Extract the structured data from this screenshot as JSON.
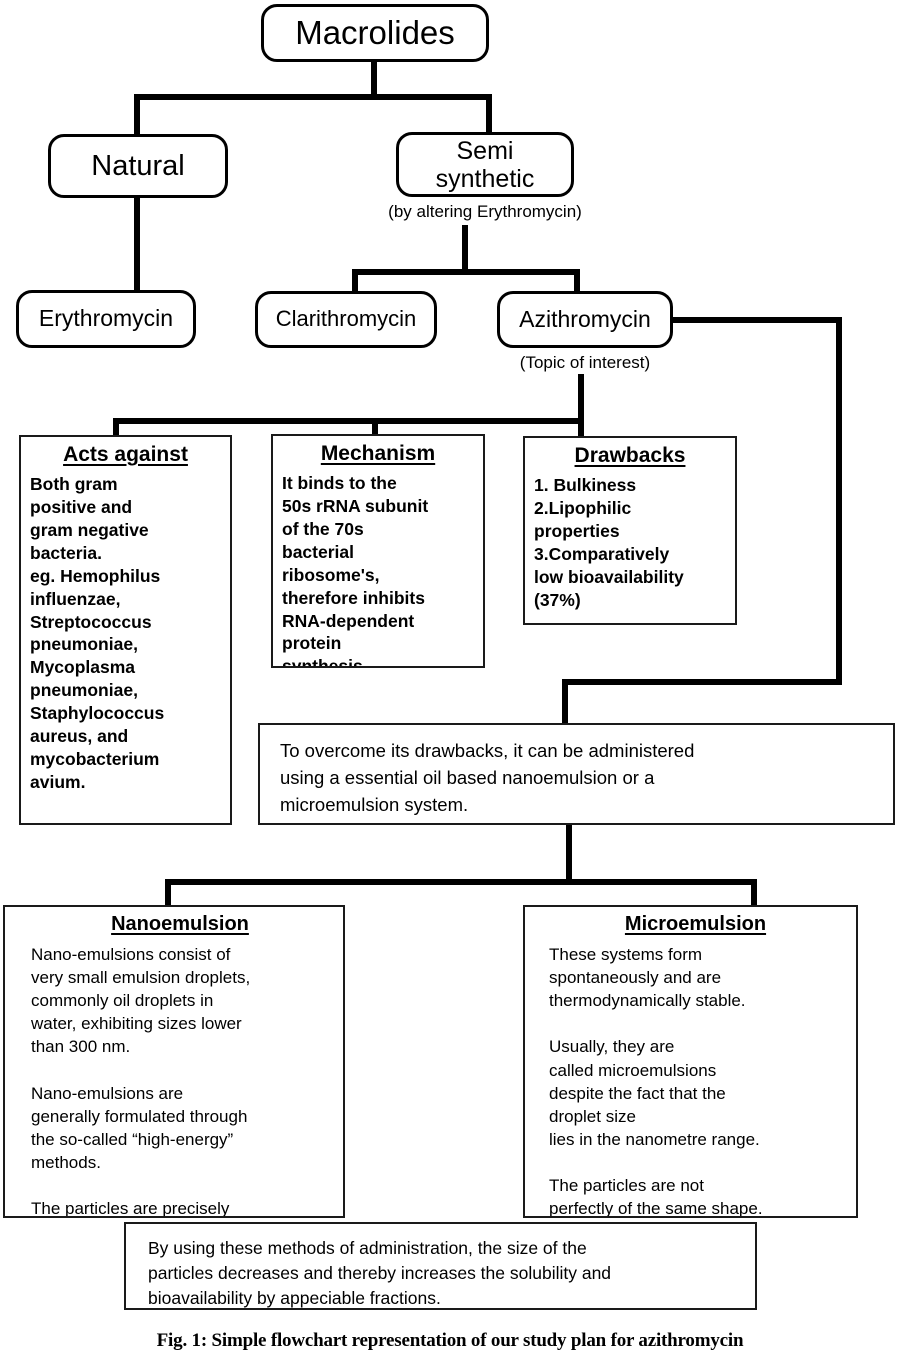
{
  "figure": {
    "caption": "Fig. 1: Simple flowchart representation of our study plan for azithromycin"
  },
  "nodes": {
    "root": {
      "label": "Macrolides"
    },
    "natural": {
      "label": "Natural"
    },
    "semi_synthetic": {
      "label": "Semi\nsynthetic"
    },
    "semi_synthetic_note": {
      "label": "(by altering Erythromycin)"
    },
    "erythromycin": {
      "label": "Erythromycin"
    },
    "clarithromycin": {
      "label": "Clarithromycin"
    },
    "azithromycin": {
      "label": "Azithromycin"
    },
    "azithromycin_note": {
      "label": "(Topic of interest)"
    }
  },
  "panels": {
    "acts_against": {
      "title": "Acts against",
      "body": "Both gram\npositive and\ngram negative\nbacteria.\neg. Hemophilus\ninfluenzae,\nStreptococcus\npneumoniae,\nMycoplasma\npneumoniae,\nStaphylococcus\naureus, and\nmycobacterium\navium."
    },
    "mechanism": {
      "title": "Mechanism",
      "body": "It binds to the\n50s rRNA subunit\nof the 70s\nbacterial\nribosome's,\ntherefore inhibits\nRNA-dependent\nprotein\nsynthesis"
    },
    "drawbacks": {
      "title": "Drawbacks",
      "body": "1. Bulkiness\n2.Lipophilic\nproperties\n3.Comparatively\nlow bioavailability\n(37%)"
    },
    "solution": {
      "body": "To overcome its drawbacks, it can be administered\nusing a essential oil based nanoemulsion or a\nmicroemulsion system."
    },
    "nanoemulsion": {
      "title": "Nanoemulsion",
      "body": "Nano-emulsions consist of\nvery small emulsion droplets,\ncommonly oil droplets in\nwater, exhibiting sizes lower\nthan 300 nm.\n\nNano-emulsions are\ngenerally formulated through\nthe so-called “high-energy”\nmethods.\n\nThe particles are precisely\nspherical shaped."
    },
    "microemulsion": {
      "title": "Microemulsion",
      "body": "These systems form\nspontaneously and are\nthermodynamically stable.\n\nUsually, they are\ncalled microemulsions\ndespite the fact that the\ndroplet size\nlies in the nanometre range.\n\nThe particles are not\nperfectly of the same shape."
    },
    "conclusion": {
      "body": "By using these methods of administration, the size of the\nparticles decreases and thereby increases the solubility and\nbioavailability by appeciable fractions."
    }
  },
  "colors": {
    "line": "#000000",
    "box_border": "#000000",
    "panel_border": "#1a1a1a",
    "background": "#ffffff",
    "text": "#000000"
  }
}
